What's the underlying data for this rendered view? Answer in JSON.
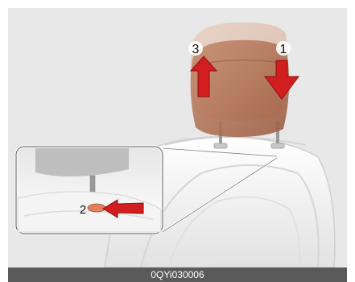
{
  "figure": {
    "caption": "0QYi030006",
    "labels": {
      "lower": "1",
      "pull": "2",
      "raise": "3"
    },
    "colors": {
      "panel_bg": "#e8e8e8",
      "caption_bg": "#5a5a5a",
      "caption_text": "#ffffff",
      "arrow": "#d21e1e",
      "headrest": "#b9785c",
      "seat": "#f4f4f4",
      "release_button": "#e0805c"
    },
    "icons": {
      "raise_arrow": "arrow-up-icon",
      "lower_arrow": "arrow-down-icon",
      "push_arrow": "arrow-left-icon"
    }
  }
}
